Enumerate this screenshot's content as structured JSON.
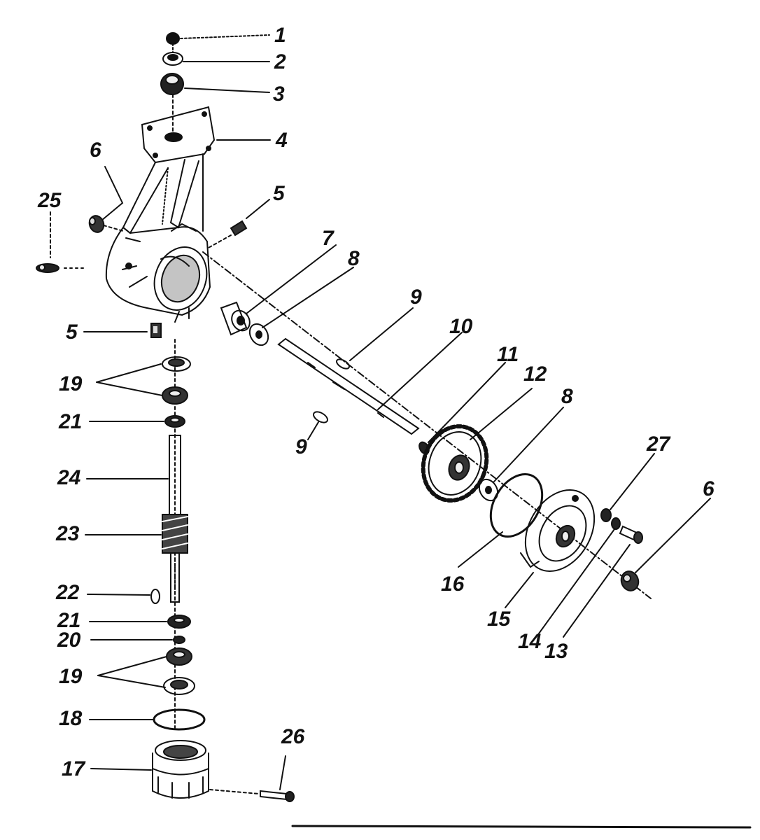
{
  "labels": {
    "p1": "1",
    "p2": "2",
    "p3": "3",
    "p4": "4",
    "p5a": "5",
    "p5b": "5",
    "p6a": "6",
    "p6b": "6",
    "p7": "7",
    "p8a": "8",
    "p8b": "8",
    "p9a": "9",
    "p9b": "9",
    "p10": "10",
    "p11": "11",
    "p12": "12",
    "p13": "13",
    "p14": "14",
    "p15": "15",
    "p16": "16",
    "p17": "17",
    "p18": "18",
    "p19a": "19",
    "p19b": "19",
    "p20": "20",
    "p21a": "21",
    "p21b": "21",
    "p22": "22",
    "p23": "23",
    "p24": "24",
    "p25": "25",
    "p26": "26",
    "p27": "27"
  }
}
